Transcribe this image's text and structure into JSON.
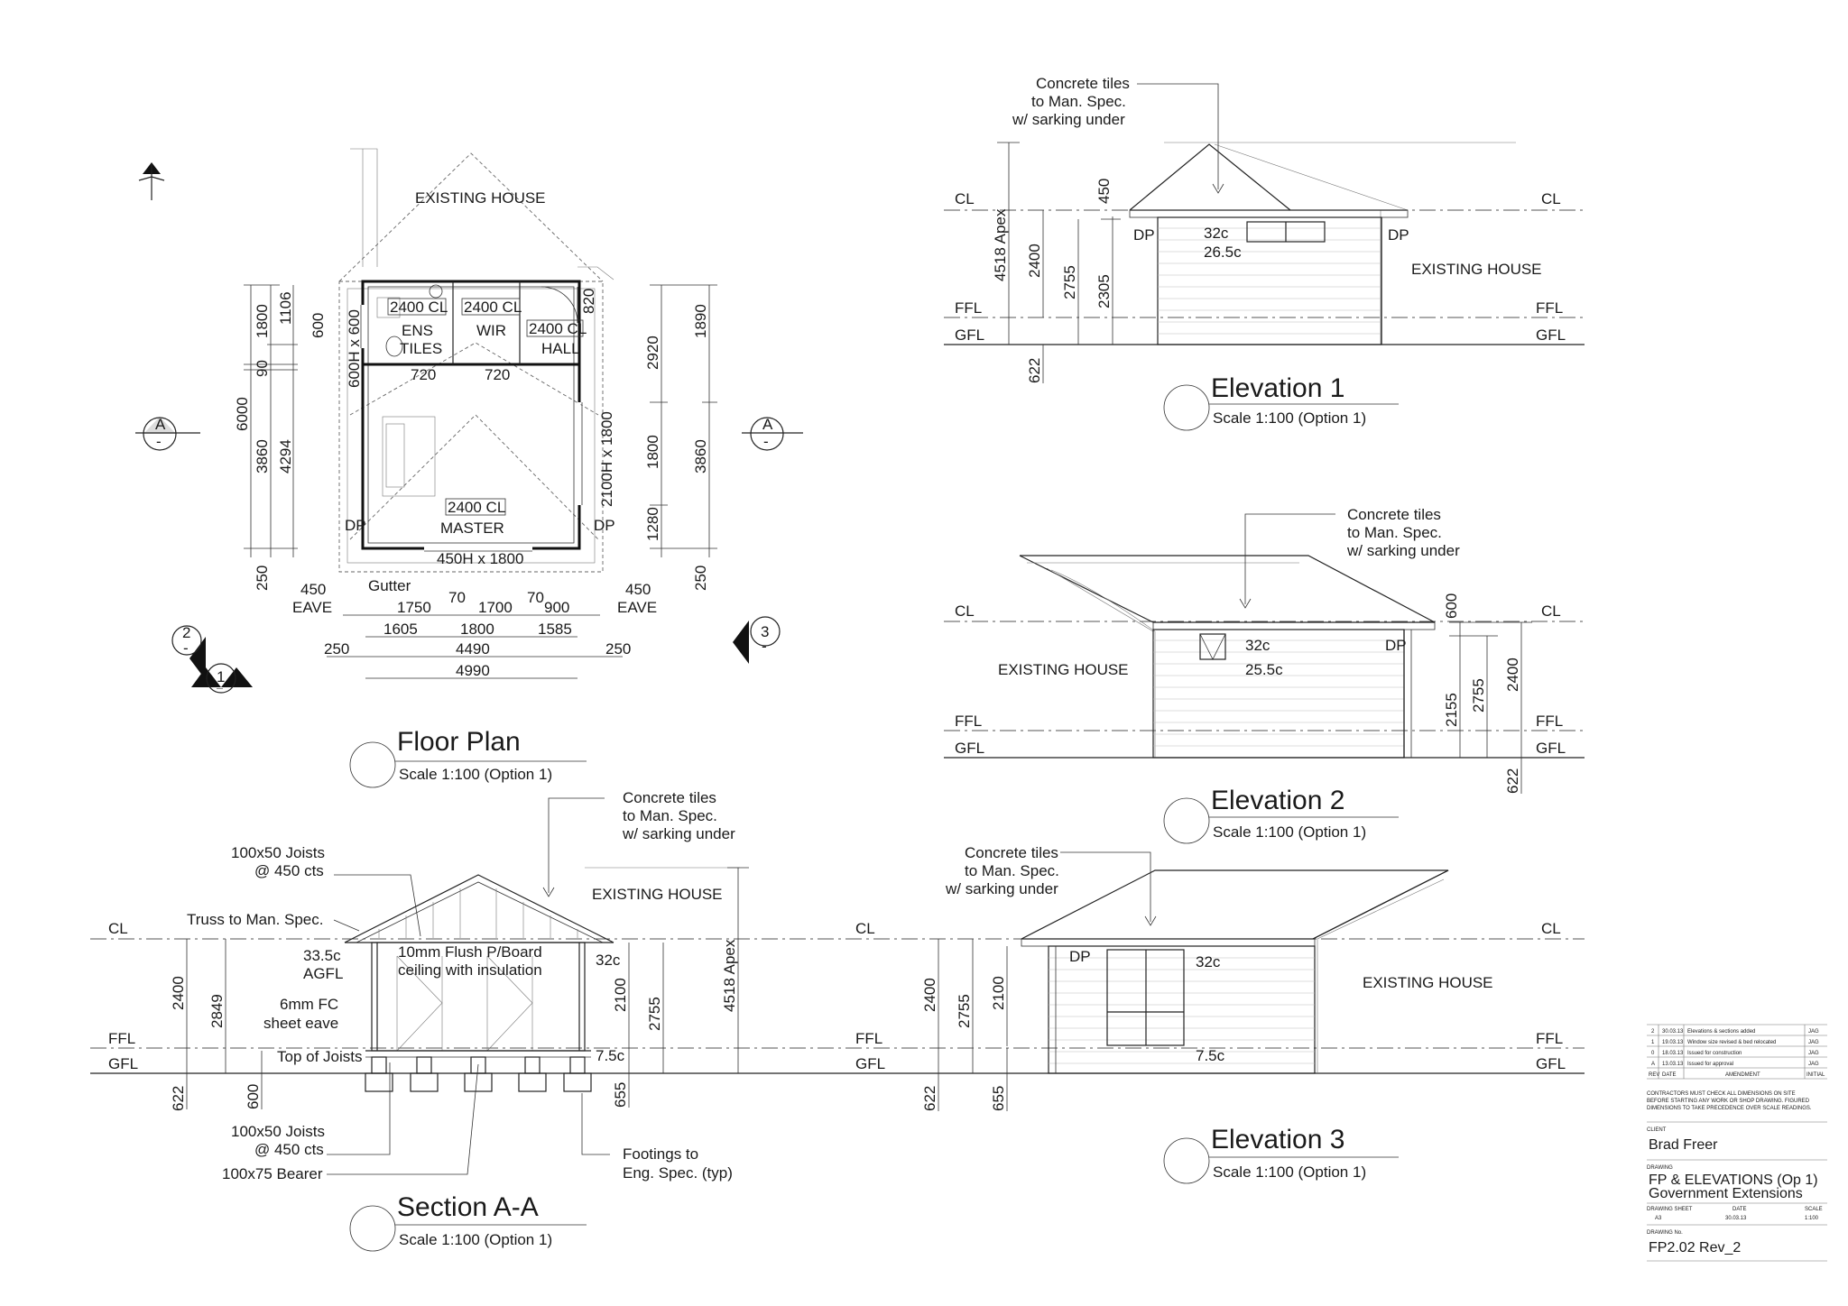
{
  "floor_plan": {
    "existing_house": "EXISTING HOUSE",
    "rooms": {
      "ens": "ENS",
      "tiles": "TILES",
      "wir": "WIR",
      "hall": "HALL",
      "master": "MASTER"
    },
    "ceilings": {
      "ens": "2400 CL",
      "wir": "2400 CL",
      "hall": "2400 CL",
      "master": "2400 CL"
    },
    "windows": {
      "ens": "600H x 600",
      "master_side": "2100H x 1800",
      "master_bottom": "450H x 1800"
    },
    "labels": {
      "dp_left": "DP",
      "dp_right": "DP",
      "gutter": "Gutter",
      "eave_left_val": "450",
      "eave_left": "EAVE",
      "eave_right_val": "450",
      "eave_right": "EAVE"
    },
    "dims_left": [
      "1106",
      "600",
      "1800",
      "90",
      "6000",
      "3860",
      "4294",
      "250"
    ],
    "dims_right": [
      "820",
      "2920",
      "1890",
      "1800",
      "3860",
      "1280",
      "250"
    ],
    "dims_inner": [
      "720",
      "720"
    ],
    "dims_bottom": {
      "row1": [
        "1750",
        "70",
        "1700",
        "70",
        "900"
      ],
      "row2": [
        "1605",
        "1800",
        "1585"
      ],
      "row3": [
        "250",
        "4490",
        "250"
      ],
      "row4": [
        "4990"
      ]
    },
    "section_marker_left": {
      "top": "A",
      "bottom": "-"
    },
    "section_marker_right": {
      "top": "A",
      "bottom": "-"
    },
    "elev_marker_2": {
      "num": "2",
      "sub": "-"
    },
    "elev_marker_1": {
      "num": "1",
      "sub": "—"
    },
    "elev_marker_3": {
      "num": "3",
      "sub": "-"
    },
    "title": "Floor Plan",
    "scale": "Scale 1:100 (Option 1)"
  },
  "elevation1": {
    "callout": [
      "Concrete tiles",
      "to Man. Spec.",
      "w/ sarking under"
    ],
    "cl_left": "CL",
    "cl_right": "CL",
    "ffl_left": "FFL",
    "ffl_right": "FFL",
    "gfl_left": "GFL",
    "gfl_right": "GFL",
    "dp_left": "DP",
    "dp_right": "DP",
    "course1": "32c",
    "course2": "26.5c",
    "existing_house": "EXISTING HOUSE",
    "dims": {
      "apex": "4518 Apex",
      "d2400": "2400",
      "d2755": "2755",
      "d2305": "2305",
      "d450": "450",
      "d622": "622"
    },
    "title": "Elevation 1",
    "scale": "Scale 1:100 (Option 1)"
  },
  "elevation2": {
    "callout": [
      "Concrete tiles",
      "to Man. Spec.",
      "w/ sarking under"
    ],
    "cl_left": "CL",
    "cl_right": "CL",
    "ffl_left": "FFL",
    "ffl_right": "FFL",
    "gfl_left": "GFL",
    "gfl_right": "GFL",
    "dp": "DP",
    "course1": "32c",
    "course2": "25.5c",
    "existing_house": "EXISTING HOUSE",
    "dims": {
      "d600": "600",
      "d2155": "2155",
      "d2755": "2755",
      "d2400": "2400",
      "d622": "622"
    },
    "title": "Elevation 2",
    "scale": "Scale 1:100 (Option 1)"
  },
  "section": {
    "callout_tiles": [
      "Concrete tiles",
      "to Man. Spec.",
      "w/ sarking under"
    ],
    "joists_top": [
      "100x50 Joists",
      "@ 450 cts"
    ],
    "truss": "Truss to Man. Spec.",
    "agfl": [
      "33.5c",
      "AGFL"
    ],
    "fc_eave": [
      "6mm FC",
      "sheet eave"
    ],
    "ceiling": [
      "10mm Flush P/Board",
      "ceiling with insulation"
    ],
    "course_top": "32c",
    "course_bottom": "7.5c",
    "top_of_joists": "Top of Joists",
    "joists_bottom": [
      "100x50 Joists",
      "@ 450 cts"
    ],
    "bearer": "100x75 Bearer",
    "footings": [
      "Footings to",
      "Eng. Spec. (typ)"
    ],
    "existing_house": "EXISTING HOUSE",
    "cl": "CL",
    "ffl": "FFL",
    "gfl": "GFL",
    "dims": {
      "d2400": "2400",
      "d2849": "2849",
      "d622": "622",
      "d600": "600",
      "d2100": "2100",
      "d2755": "2755",
      "d655": "655",
      "apex": "4518 Apex"
    },
    "title": "Section A-A",
    "scale": "Scale 1:100 (Option 1)"
  },
  "elevation3": {
    "callout": [
      "Concrete tiles",
      "to Man. Spec.",
      "w/ sarking under"
    ],
    "cl_left": "CL",
    "cl_right": "CL",
    "ffl_left": "FFL",
    "ffl_right": "FFL",
    "gfl_left": "GFL",
    "gfl_right": "GFL",
    "dp": "DP",
    "course1": "32c",
    "course2": "7.5c",
    "existing_house": "EXISTING HOUSE",
    "dims": {
      "d2400": "2400",
      "d2755": "2755",
      "d2100": "2100",
      "d622": "622",
      "d655": "655"
    },
    "title": "Elevation 3",
    "scale": "Scale 1:100 (Option 1)"
  },
  "title_block": {
    "revisions": [
      {
        "rev": "2",
        "date": "30.03.13",
        "amendment": "Elevations & sections added",
        "initial": "JAG"
      },
      {
        "rev": "1",
        "date": "19.03.13",
        "amendment": "Window size revised & bed relocated",
        "initial": "JAG"
      },
      {
        "rev": "0",
        "date": "18.03.13",
        "amendment": "Issued for construction",
        "initial": "JAG"
      },
      {
        "rev": "A",
        "date": "13.03.13",
        "amendment": "Issued for approval",
        "initial": "JAG"
      }
    ],
    "rev_headers": {
      "rev": "REV",
      "date": "DATE",
      "amendment": "AMENDMENT",
      "initial": "INITIAL"
    },
    "notes": [
      "CONTRACTORS MUST CHECK ALL DIMENSIONS ON SITE",
      "BEFORE STARTING ANY WORK OR SHOP DRAWING. FIGURED",
      "DIMENSIONS TO TAKE PRECEDENCE OVER SCALE READINGS."
    ],
    "client_label": "CLIENT",
    "client": "Brad Freer",
    "drawing_label": "DRAWING",
    "drawing": "FP & ELEVATIONS (Op 1)",
    "project": "Government Extensions",
    "sheet_label": "DRAWING SHEET",
    "date_label": "DATE",
    "scale_label": "SCALE",
    "sheet": "A3",
    "date": "30.03.13",
    "scale": "1:100",
    "number_label": "DRAWING No.",
    "number": "FP2.02 Rev_2"
  }
}
